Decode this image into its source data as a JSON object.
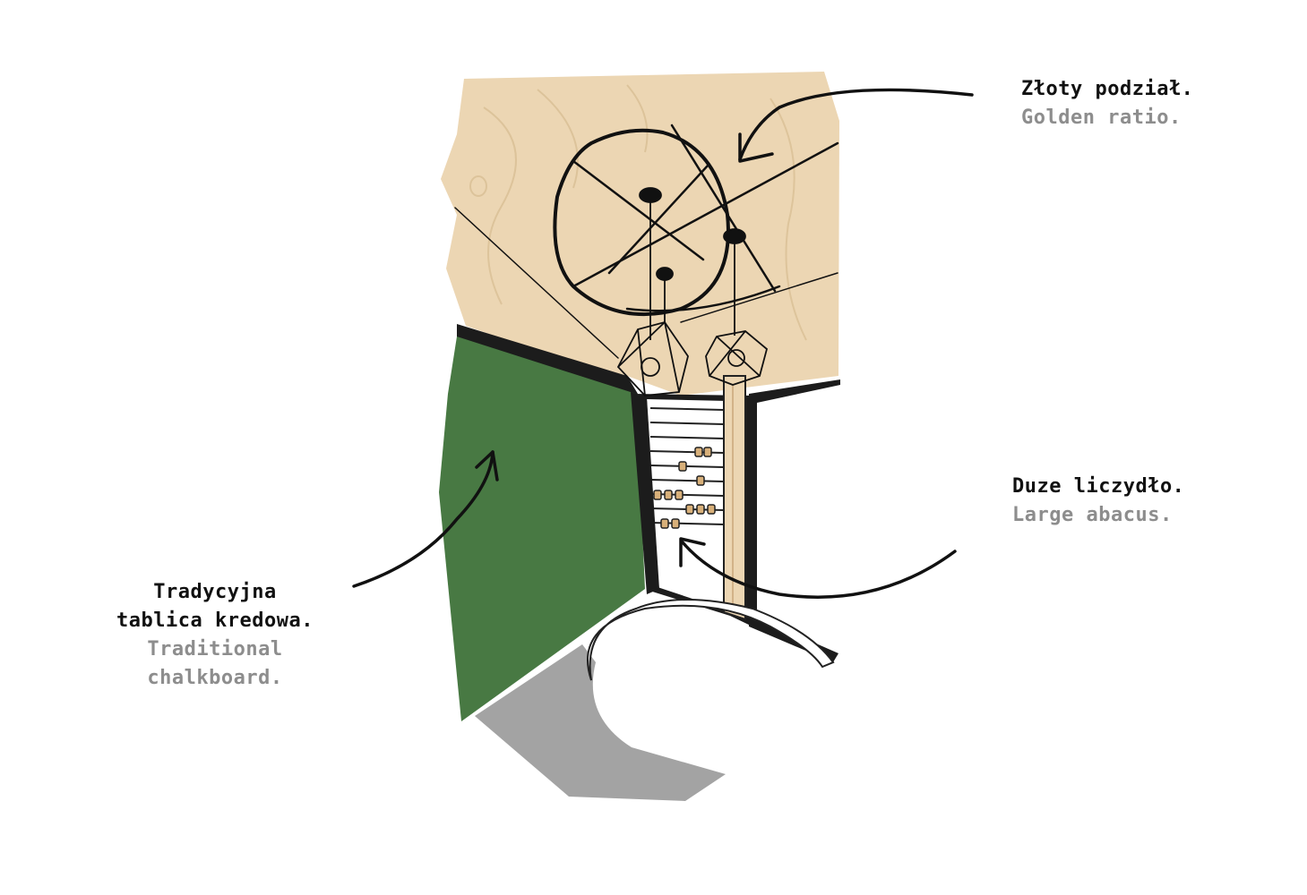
{
  "annotations": {
    "golden_ratio": {
      "polish": "Złoty podział.",
      "english": "Golden ratio."
    },
    "abacus": {
      "polish": "Duze liczydło.",
      "english": "Large abacus."
    },
    "chalkboard": {
      "polish": "Tradycyjna\ntablica kredowa.",
      "english": "Traditional\nchalkboard."
    }
  },
  "colors": {
    "plywood": "#ecd6b3",
    "plywood_grain": "#d9bf95",
    "chalkboard_green": "#487943",
    "frame_black": "#1c1c1c",
    "shadow_grey": "#a3a3a3",
    "ink": "#111111",
    "translation_grey": "#8d8d8d"
  }
}
